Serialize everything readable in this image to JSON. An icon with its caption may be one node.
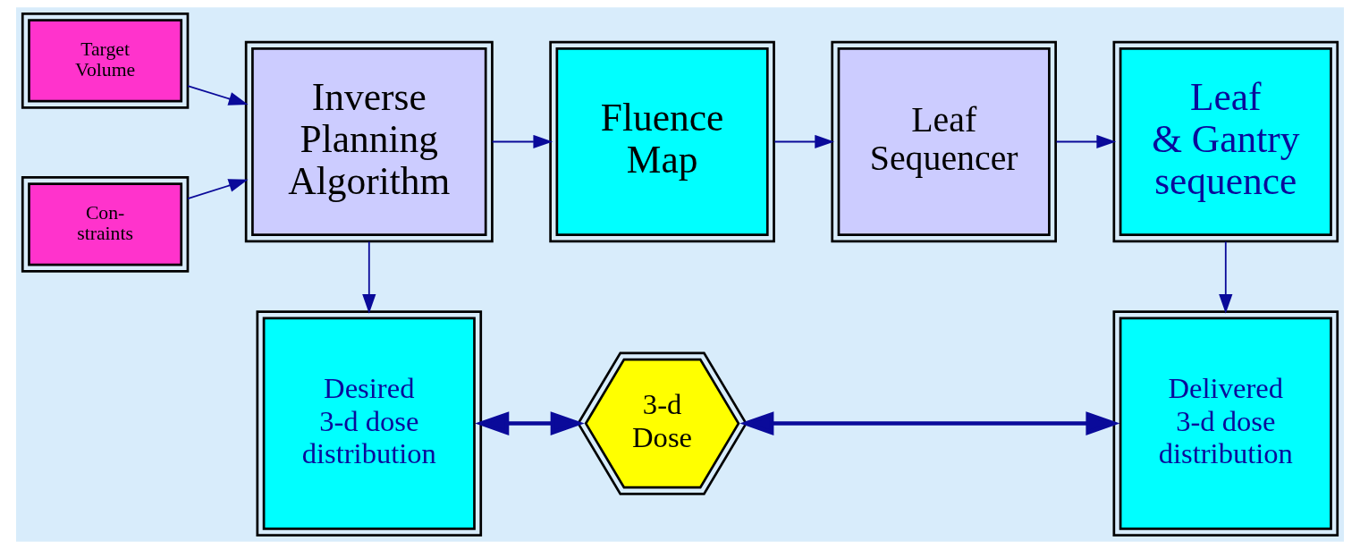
{
  "diagram": {
    "nodes": [
      {
        "text": [
          "Target Volume"
        ]
      },
      {
        "text": [
          "Con- straints"
        ]
      },
      {
        "text": [
          "Inverse Planning Algorithm"
        ]
      },
      {
        "text": [
          "Fluence Map"
        ]
      },
      {
        "text": [
          "Leaf Sequencer"
        ]
      },
      {
        "text": [
          "Leaf & Gantry sequence"
        ]
      },
      {
        "text": [
          "Desired 3-d dose distribution"
        ]
      },
      {
        "text": [
          "3-d Dose"
        ]
      },
      {
        "text": [
          "Delivered 3-d dose distribution"
        ]
      }
    ],
    "edges": [
      {
        "from": 0,
        "to": 2,
        "arrow": "to"
      },
      {
        "from": 1,
        "to": 2,
        "arrow": "to"
      },
      {
        "from": 2,
        "to": 3,
        "arrow": "to"
      },
      {
        "from": 3,
        "to": 4,
        "arrow": "to"
      },
      {
        "from": 4,
        "to": 5,
        "arrow": "to"
      },
      {
        "from": 2,
        "to": 6,
        "arrow": "to"
      },
      {
        "from": 5,
        "to": 8,
        "arrow": "to"
      },
      {
        "from": 6,
        "to": 7,
        "arrow": "both",
        "style": "thick"
      },
      {
        "from": 7,
        "to": 8,
        "arrow": "both",
        "style": "thick"
      }
    ]
  }
}
